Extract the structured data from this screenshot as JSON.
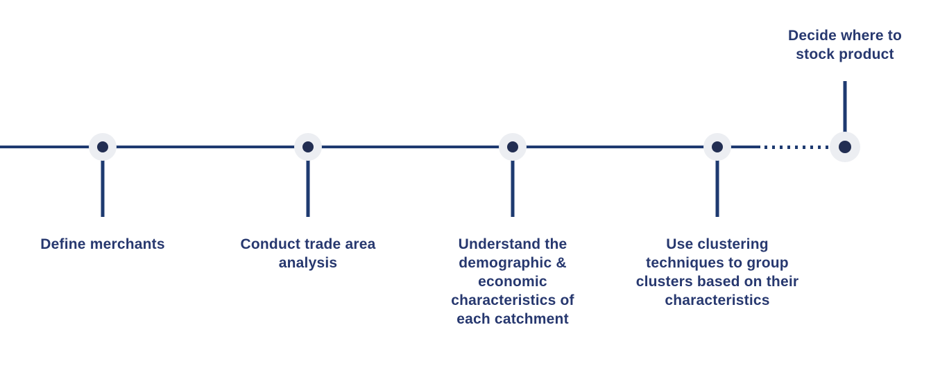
{
  "diagram": {
    "type": "timeline-process",
    "milestones": [
      {
        "label": "Define merchants",
        "label_position": "below",
        "connector": "solid"
      },
      {
        "label": "Conduct trade area analysis",
        "label_position": "below",
        "connector": "solid"
      },
      {
        "label": "Understand the demographic & economic characteristics of each catchment",
        "label_position": "below",
        "connector": "solid"
      },
      {
        "label": "Use clustering techniques to group clusters based on their characteristics",
        "label_position": "below",
        "connector": "solid"
      },
      {
        "label": "Decide where to stock product",
        "label_position": "above",
        "connector": "dotted"
      }
    ],
    "colors": {
      "line": "#1e3a70",
      "dot": "#222e52",
      "halo": "#eceef2",
      "text": "#27386f",
      "background": "#ffffff"
    }
  }
}
